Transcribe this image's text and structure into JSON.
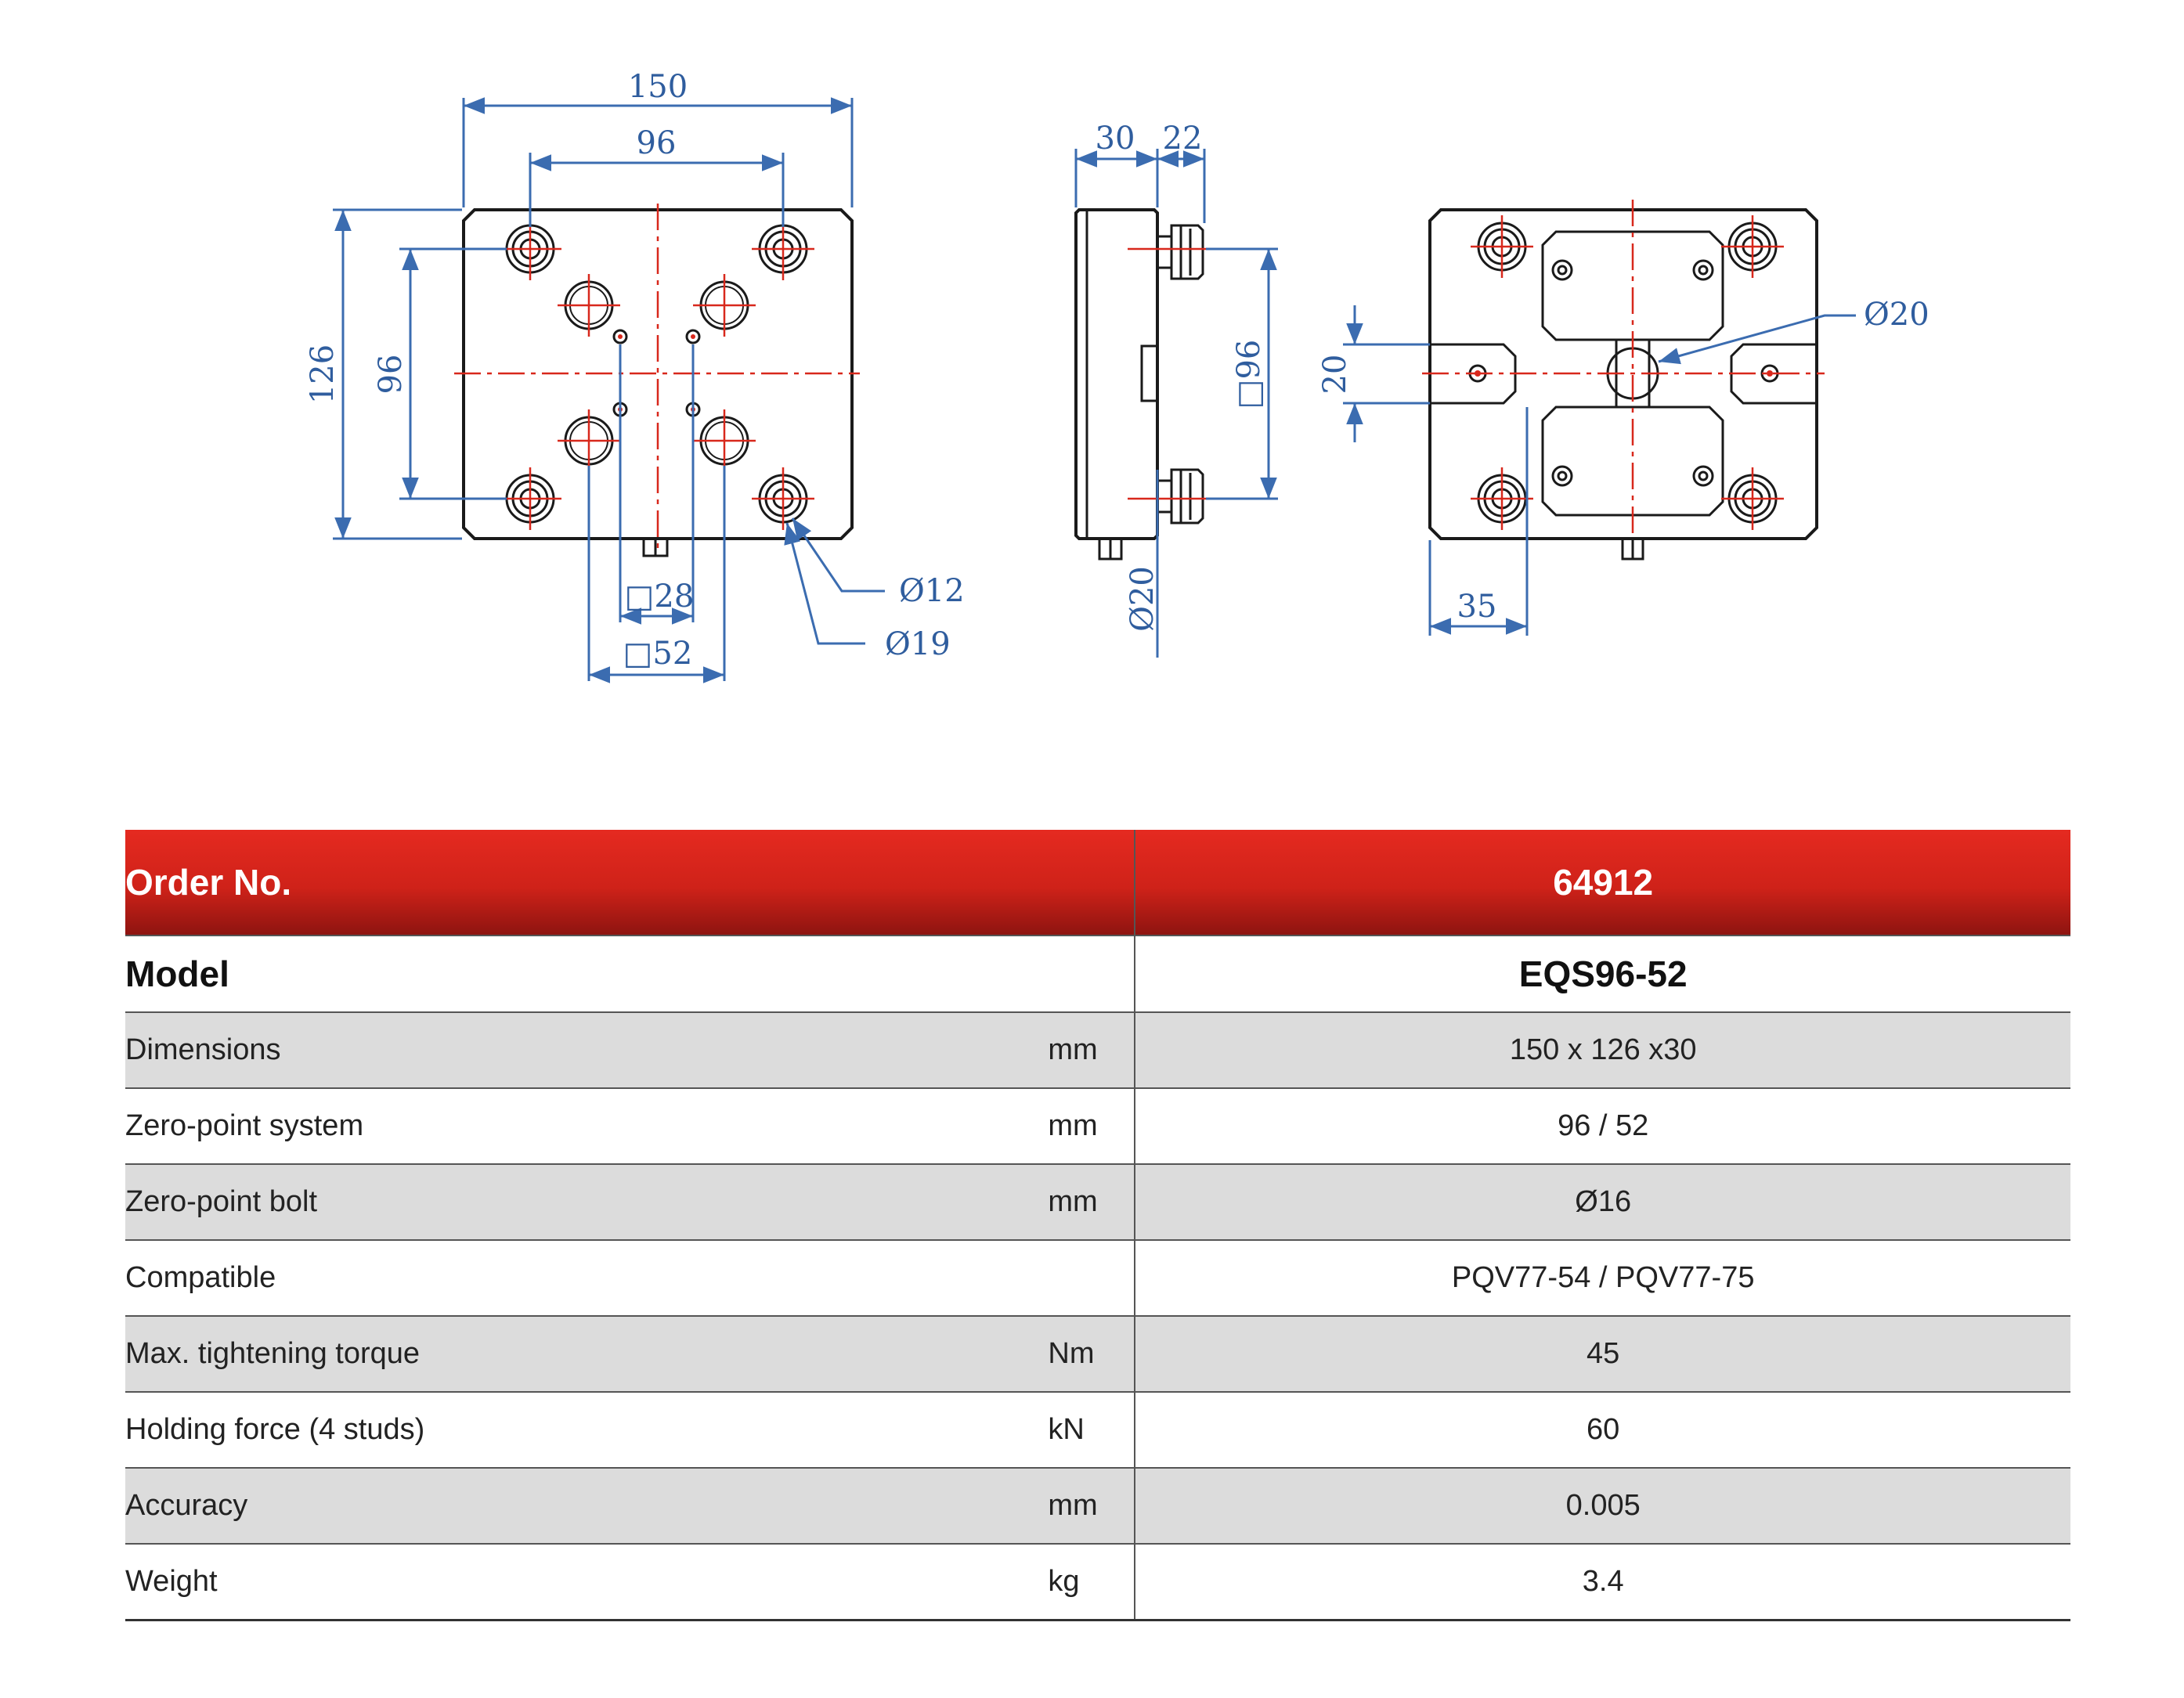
{
  "drawing": {
    "front_view": {
      "width": "150",
      "bolt_spacing_x": "96",
      "height": "126",
      "bolt_spacing_y": "96",
      "inner_square_small": "□28",
      "inner_square_large": "□52",
      "hole_dia_1": "Ø12",
      "hole_dia_2": "Ø19"
    },
    "side_view": {
      "thickness": "30",
      "stud_length": "22",
      "stud_spacing": "□96",
      "stud_dia": "Ø20"
    },
    "back_view": {
      "slot_width": "20",
      "pin_dia": "Ø20",
      "edge_offset": "35"
    }
  },
  "table": {
    "order_label": "Order No.",
    "order_value": "64912",
    "model_label": "Model",
    "model_value": "EQS96-52",
    "rows": [
      {
        "label": "Dimensions",
        "unit": "mm",
        "value": "150 x 126 x30"
      },
      {
        "label": "Zero-point system",
        "unit": "mm",
        "value": "96 / 52"
      },
      {
        "label": "Zero-point bolt",
        "unit": "mm",
        "value": "Ø16"
      },
      {
        "label": "Compatible",
        "unit": "",
        "value": "PQV77-54 / PQV77-75"
      },
      {
        "label": "Max. tightening torque",
        "unit": "Nm",
        "value": "45"
      },
      {
        "label": "Holding force (4 studs)",
        "unit": "kN",
        "value": "60"
      },
      {
        "label": "Accuracy",
        "unit": "mm",
        "value": "0.005"
      },
      {
        "label": "Weight",
        "unit": "kg",
        "value": "3.4"
      }
    ]
  },
  "colors": {
    "header_red": "#d8261c",
    "dimension_blue": "#2f5d9e",
    "centerline_red": "#d8281c",
    "row_shade": "#dcdcdc"
  }
}
